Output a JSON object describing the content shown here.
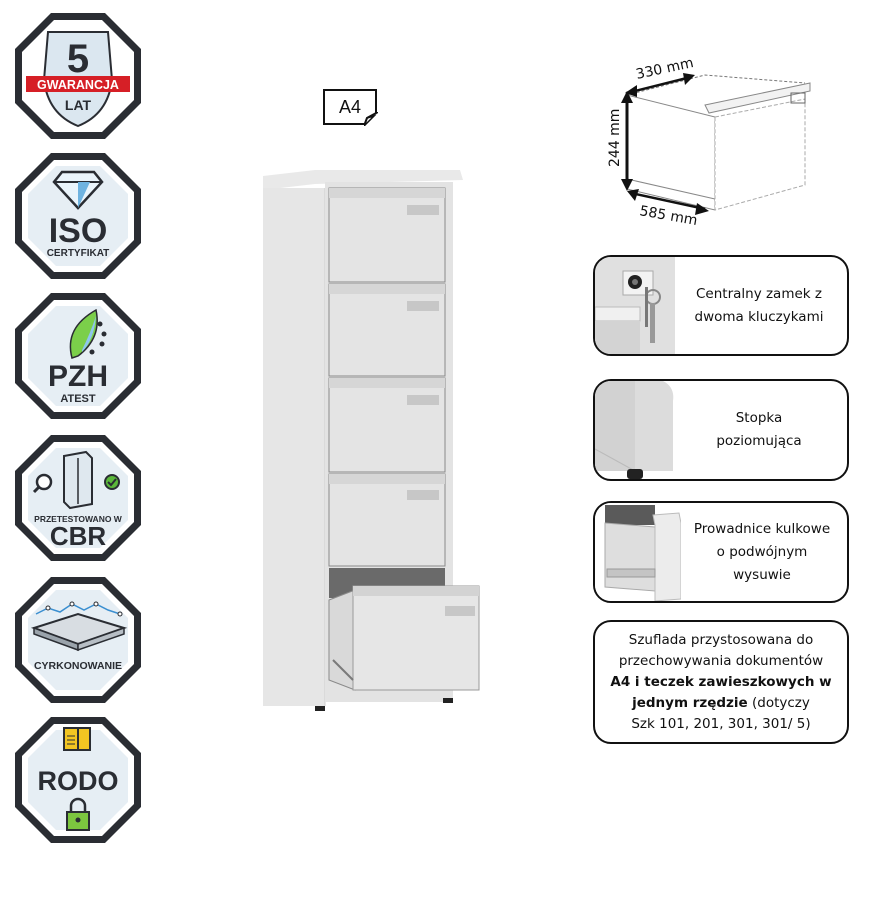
{
  "badges": [
    {
      "id": "gwarancja",
      "number": "5",
      "ribbon": "GWARANCJA",
      "sub": "LAT",
      "ribbon_color": "#d61f26"
    },
    {
      "id": "iso",
      "title": "ISO",
      "sub": "CERTYFIKAT"
    },
    {
      "id": "pzh",
      "title": "PZH",
      "sub": "ATEST"
    },
    {
      "id": "cbr",
      "pre": "PRZETESTOWANO W",
      "title": "CBR"
    },
    {
      "id": "cyrkonowanie",
      "title": "CYRKONOWANIE"
    },
    {
      "id": "rodo",
      "title": "RODO"
    }
  ],
  "paper_tag": "A4",
  "dimensions": {
    "width": "330 mm",
    "height": "244 mm",
    "depth": "585 mm"
  },
  "features": [
    {
      "text_line1": "Centralny zamek z",
      "text_line2": "dwoma kluczykami"
    },
    {
      "text_line1": "Stopka",
      "text_line2": "poziomująca"
    },
    {
      "text_line1": "Prowadnice kulkowe",
      "text_line2": "o podwójnym",
      "text_line3": "wysuwie"
    }
  ],
  "note": {
    "line1": "Szuflada przystosowana do",
    "line2": "przechowywania dokumentów",
    "bold1": "A4 i teczek zawieszkowych w",
    "bold2": "jednym rzędzie",
    "tail2": " (dotyczy",
    "line5": "Szk 101, 201, 301, 301/ 5)"
  },
  "colors": {
    "badge_frame": "#2a2d33",
    "badge_fill": "#dfe8ef",
    "cabinet": "#e3e3e3",
    "accent_green": "#5bb83a",
    "accent_yellow": "#f2c522"
  }
}
